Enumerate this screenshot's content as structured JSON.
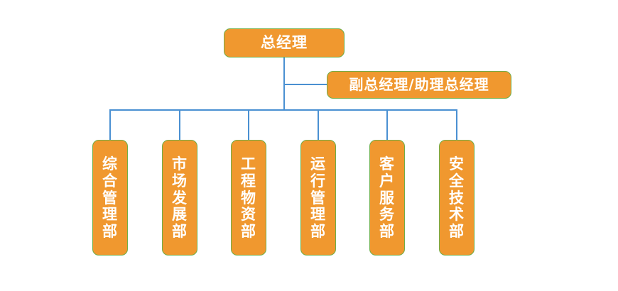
{
  "chart": {
    "type": "org-chart",
    "title": "",
    "background_color": "#ffffff",
    "node_fill_color": "#f0982f",
    "node_border_color": "#70ad47",
    "node_text_color": "#ffffff",
    "connector_color": "#4a90d2"
  },
  "nodes": {
    "top": {
      "label": "总经理",
      "level": 1
    },
    "deputy": {
      "label": "副总经理/助理总经理",
      "level": 2
    },
    "departments": [
      {
        "label": "综合管理部",
        "chars": [
          "综",
          "合",
          "管",
          "理",
          "部"
        ]
      },
      {
        "label": "市场发展部",
        "chars": [
          "市",
          "场",
          "发",
          "展",
          "部"
        ]
      },
      {
        "label": "工程物资部",
        "chars": [
          "工",
          "程",
          "物",
          "资",
          "部"
        ]
      },
      {
        "label": "运行管理部",
        "chars": [
          "运",
          "行",
          "管",
          "理",
          "部"
        ]
      },
      {
        "label": "客户服务部",
        "chars": [
          "客",
          "户",
          "服",
          "务",
          "部"
        ]
      },
      {
        "label": "安全技术部",
        "chars": [
          "安",
          "全",
          "技",
          "术",
          "部"
        ]
      }
    ]
  }
}
